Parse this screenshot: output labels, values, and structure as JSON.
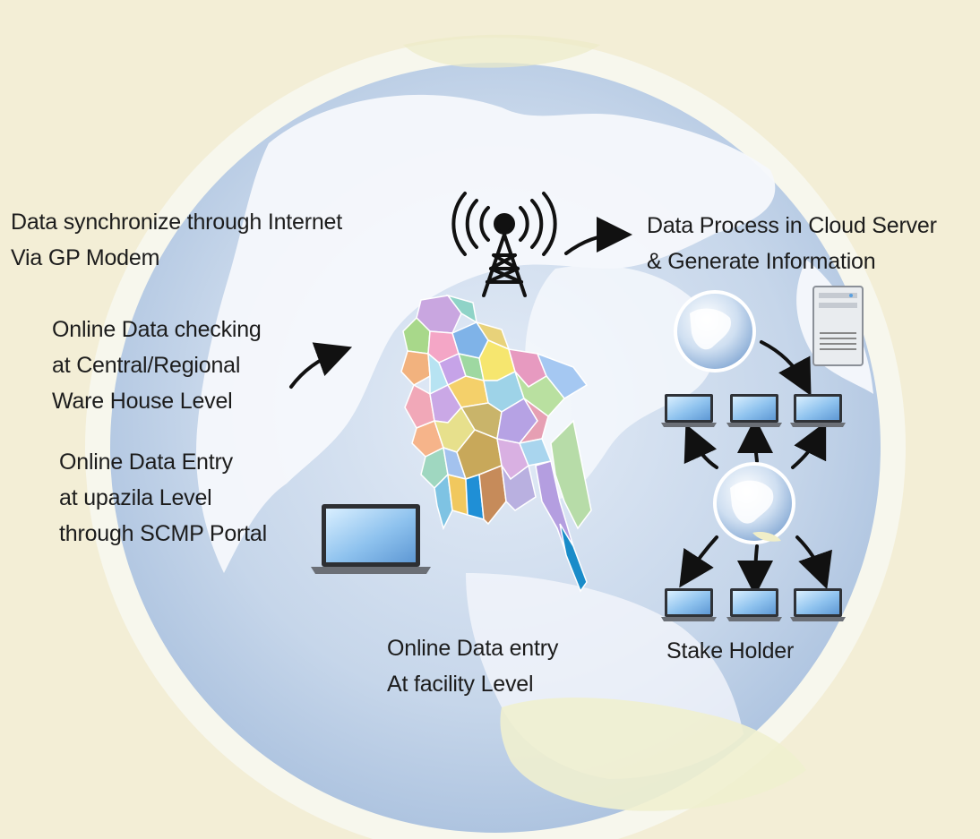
{
  "labels": {
    "sync": [
      "Data synchronize through Internet",
      "Via GP Modem"
    ],
    "cloud": [
      "Data Process in Cloud Server",
      "& Generate Information"
    ],
    "checking": [
      "Online Data checking",
      "at Central/Regional",
      "Ware House Level"
    ],
    "upazila_entry": [
      "Online Data Entry",
      "at upazila Level",
      "through SCMP Portal"
    ],
    "facility_entry": [
      "Online Data entry",
      "At facility Level"
    ],
    "stakeholder": "Stake Holder"
  },
  "icons": {
    "tower": "radio-tower-icon",
    "server": "server-icon",
    "globe": "globe-icon",
    "laptop": "laptop-icon",
    "map": "district-map"
  },
  "colors": {
    "background": "#f3eed6",
    "globe_water": "#c9d9ec",
    "globe_land": "#f7f9fc",
    "screen": "#9fc8f0",
    "arrow": "#111111"
  }
}
